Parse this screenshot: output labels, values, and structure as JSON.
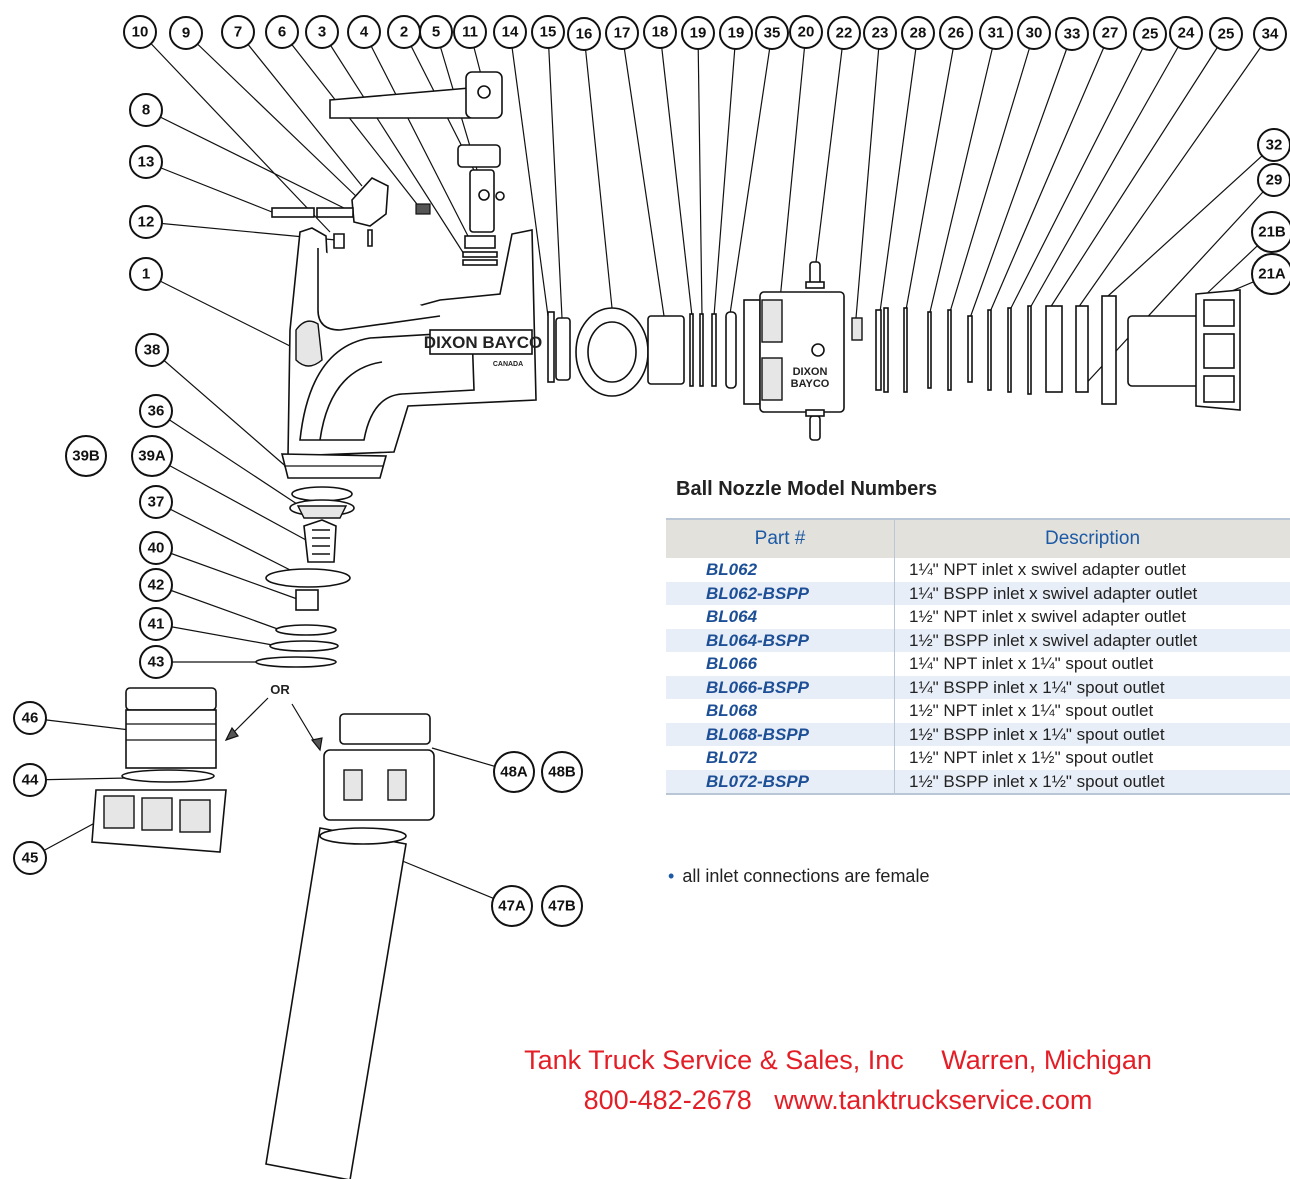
{
  "callouts": [
    "10",
    "9",
    "7",
    "6",
    "3",
    "4",
    "2",
    "5",
    "11",
    "14",
    "15",
    "16",
    "17",
    "18",
    "19",
    "19",
    "35",
    "20",
    "22",
    "23",
    "28",
    "26",
    "31",
    "30",
    "33",
    "27",
    "25",
    "24",
    "25",
    "34",
    "32",
    "29",
    "21B",
    "21A",
    "8",
    "13",
    "12",
    "1",
    "38",
    "36",
    "39B",
    "39A",
    "37",
    "40",
    "42",
    "41",
    "43",
    "46",
    "44",
    "45",
    "48A",
    "48B",
    "47A",
    "47B"
  ],
  "body_logo": "DIXON BAYCO",
  "body_country": "CANADA",
  "clamp_logo_line1": "DIXON",
  "clamp_logo_line2": "BAYCO",
  "or_label": "OR",
  "table": {
    "title": "Ball Nozzle Model Numbers",
    "headers": [
      "Part #",
      "Description"
    ],
    "rows": [
      {
        "part": "BL062",
        "desc": "1¼\" NPT inlet x swivel adapter outlet"
      },
      {
        "part": "BL062-BSPP",
        "desc": "1¼\" BSPP inlet x swivel adapter outlet"
      },
      {
        "part": "BL064",
        "desc": "1½\" NPT inlet x swivel adapter outlet"
      },
      {
        "part": "BL064-BSPP",
        "desc": "1½\" BSPP inlet x swivel adapter outlet"
      },
      {
        "part": "BL066",
        "desc": "1¼\" NPT inlet x 1¼\" spout outlet"
      },
      {
        "part": "BL066-BSPP",
        "desc": "1¼\" BSPP inlet x 1¼\" spout outlet"
      },
      {
        "part": "BL068",
        "desc": "1½\" NPT inlet x 1¼\" spout outlet"
      },
      {
        "part": "BL068-BSPP",
        "desc": "1½\" BSPP inlet x 1¼\" spout outlet"
      },
      {
        "part": "BL072",
        "desc": "1½\" NPT inlet x 1½\" spout outlet"
      },
      {
        "part": "BL072-BSPP",
        "desc": "1½\" BSPP inlet x 1½\" spout outlet"
      }
    ]
  },
  "note": "all inlet connections are female",
  "footer": {
    "company": "Tank Truck Service & Sales, Inc",
    "location": "Warren, Michigan",
    "phone": "800-482-2678",
    "website": "www.tanktruckservice.com"
  }
}
